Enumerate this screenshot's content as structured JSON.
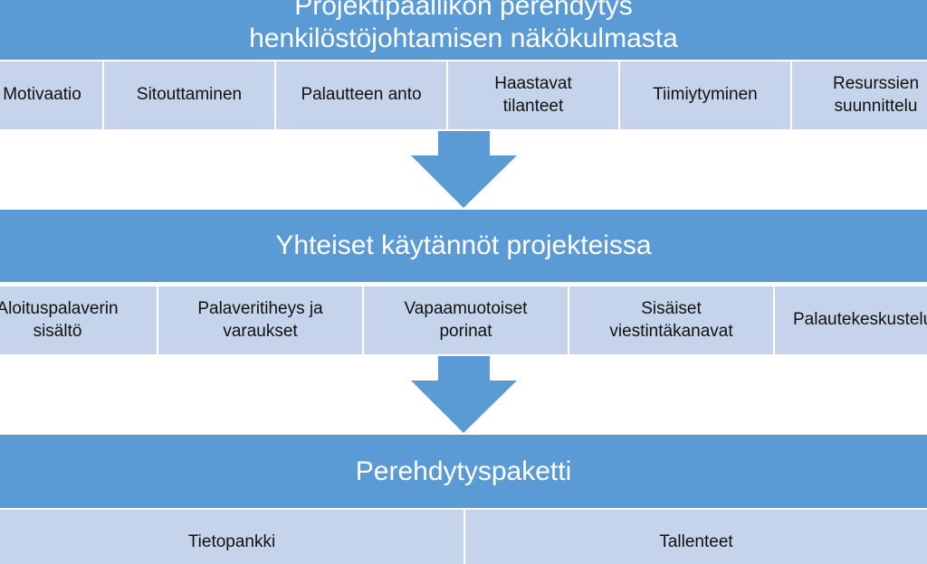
{
  "header": {
    "title_line1": "Projektipäällikön perehdytys",
    "title_line2": "henkilöstöjohtamisen näkökulmasta"
  },
  "topics": [
    {
      "label": "Motivaatio"
    },
    {
      "label": "Sitouttaminen"
    },
    {
      "label": "Palautteen anto"
    },
    {
      "label": "Haastavat tilanteet"
    },
    {
      "label": "Tiimiytyminen"
    },
    {
      "label": "Resurssien suunnittelu"
    }
  ],
  "practices": {
    "title": "Yhteiset käytännöt projekteissa",
    "items": [
      {
        "label": "Aloituspalaverin sisältö"
      },
      {
        "label": "Palaveritiheys ja varaukset"
      },
      {
        "label": "Vapaamuotoiset porinat"
      },
      {
        "label": "Sisäiset viestintäkanavat"
      },
      {
        "label": "Palautekeskustelut"
      }
    ]
  },
  "package": {
    "title": "Perehdytyspaketti",
    "items": [
      {
        "label": "Tietopankki"
      },
      {
        "label": "Tallenteet"
      }
    ]
  },
  "colors": {
    "band": "#5b9bd5",
    "cell": "#c5d4ea",
    "arrow": "#5b9bd5"
  }
}
